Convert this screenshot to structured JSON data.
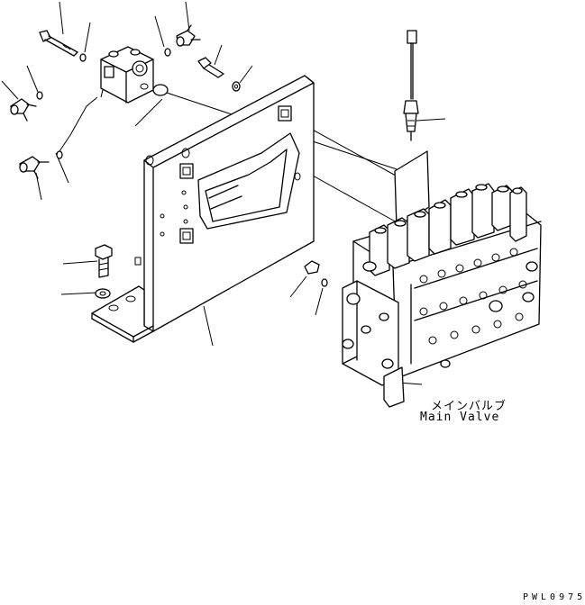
{
  "labels": {
    "main_valve_jp": "メインバルブ",
    "main_valve_en": "Main Valve",
    "drawing_code": "PWL0975"
  }
}
